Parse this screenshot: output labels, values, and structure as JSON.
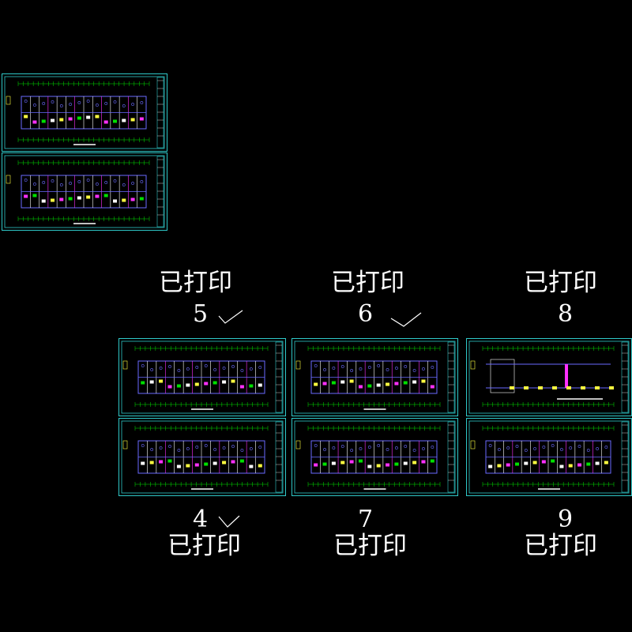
{
  "status_text": "已打印",
  "colors": {
    "background": "#000000",
    "frame": "#2fc9c9",
    "grid": "#00e000",
    "walls": "#6a6aff",
    "accent_magenta": "#ff30ff",
    "accent_yellow": "#ffff40",
    "text": "#ffffff"
  },
  "groups": [
    {
      "id": "g5",
      "number": "5",
      "status": "已打印",
      "checked": true
    },
    {
      "id": "g6",
      "number": "6",
      "status": "已打印",
      "checked": true
    },
    {
      "id": "g8",
      "number": "8",
      "status": "已打印",
      "checked": false
    },
    {
      "id": "g4",
      "number": "4",
      "status": "已打印",
      "checked": true
    },
    {
      "id": "g7",
      "number": "7",
      "status": "已打印",
      "checked": false
    },
    {
      "id": "g9",
      "number": "9",
      "status": "已打印",
      "checked": false
    }
  ],
  "icons": {
    "check": "check-mark-icon"
  }
}
